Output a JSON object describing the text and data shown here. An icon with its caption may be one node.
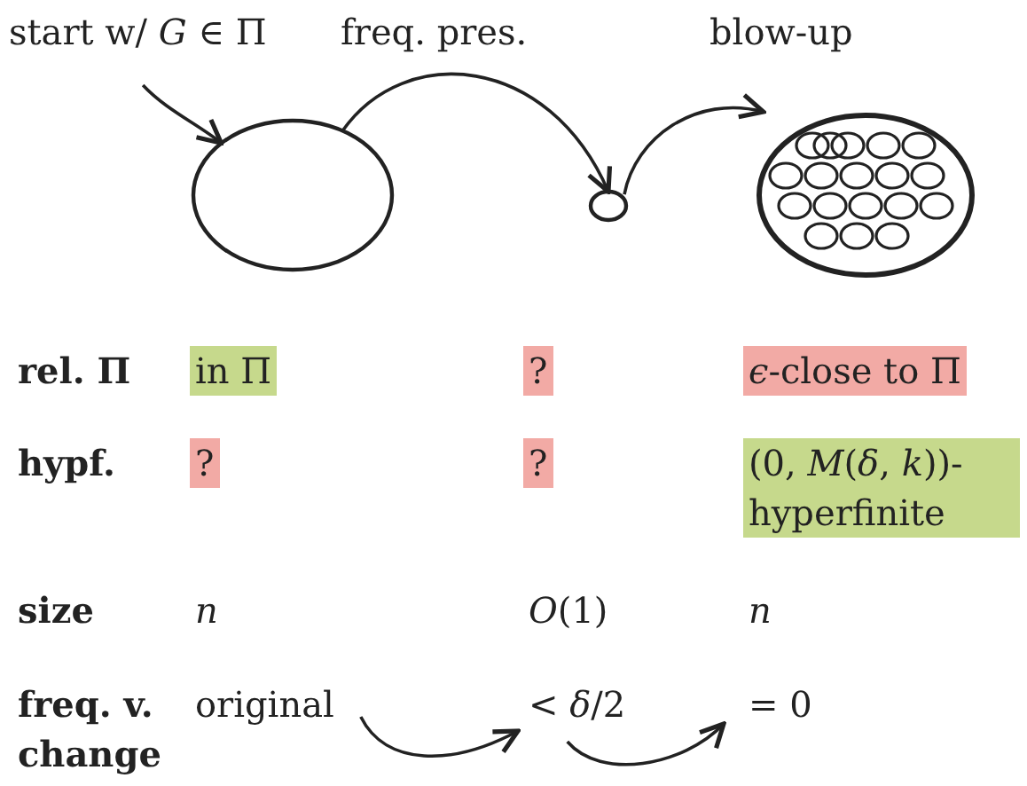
{
  "diagram": {
    "nodes": [
      {
        "text": [
          "start w/ *G* ∈ Π"
        ]
      },
      {
        "text": [],
        "shape": "ellipse"
      },
      {
        "text": [],
        "shape": "ellipse"
      },
      {
        "text": [],
        "shape": "ellipse"
      },
      {
        "text": [
          "original"
        ]
      },
      {
        "text": [
          "< *δ*/2"
        ]
      },
      {
        "text": [
          "= 0"
        ]
      }
    ],
    "edges": [
      {
        "from": 0,
        "to": 1,
        "arrow": "to"
      },
      {
        "from": 1,
        "to": 2,
        "arrow": "to",
        "label": "freq. pres."
      },
      {
        "from": 2,
        "to": 3,
        "arrow": "to",
        "label": "blow-up"
      },
      {
        "from": 4,
        "to": 5,
        "arrow": "to"
      },
      {
        "from": 5,
        "to": 6,
        "arrow": "to"
      }
    ],
    "labels": [
      "rel. Π",
      "in Π",
      "?",
      "*ϵ*-close to Π",
      "hypf.",
      "?",
      "?",
      "(0, *M*(*δ*, *k*))-hyperfinite",
      "size",
      "n",
      "*O*(1)",
      "n",
      "freq. v. change"
    ]
  }
}
